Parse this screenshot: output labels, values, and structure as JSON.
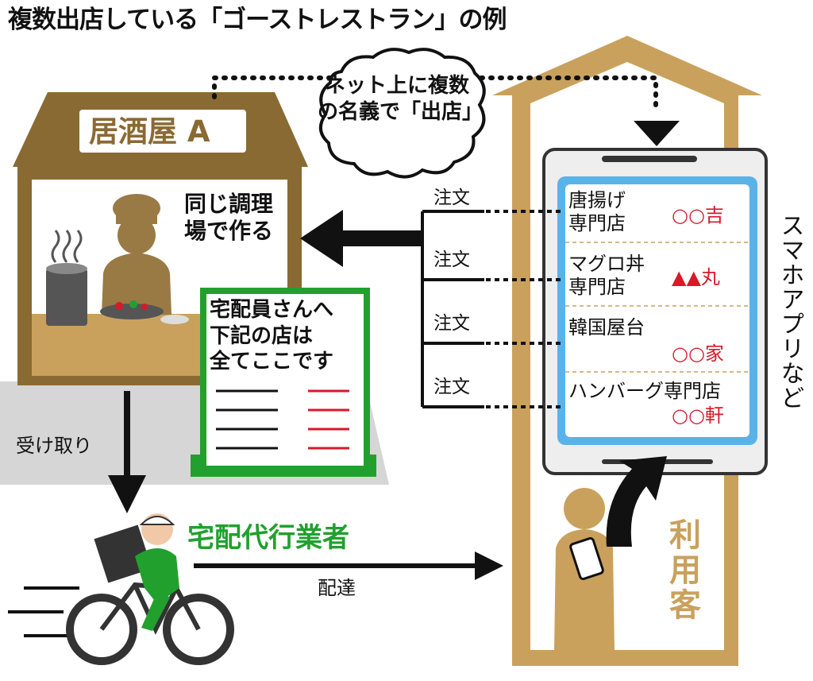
{
  "title": "複数出店している「ゴーストレストラン」の例",
  "restaurant": {
    "sign": "居酒屋 A",
    "kitchen_label": "同じ調理場で作る",
    "kitchen_icon": "chef-cooking-icon"
  },
  "cloud_label": "ネット上に複数の名義で「出店」",
  "note": {
    "lines": [
      "宅配員さんへ",
      "下記の店は",
      "全てここです"
    ]
  },
  "order_label": "注文",
  "app": {
    "label": "スマホアプリなど",
    "shops": [
      {
        "name_lines": [
          "唐揚げ",
          "専門店"
        ],
        "brand": "○○吉"
      },
      {
        "name_lines": [
          "マグロ丼",
          "専門店"
        ],
        "brand": "▲▲丸"
      },
      {
        "name_lines": [
          "韓国屋台"
        ],
        "brand": "○○家"
      },
      {
        "name_lines": [
          "ハンバーグ専門店"
        ],
        "brand": "○○軒"
      }
    ]
  },
  "customer_label": "利用客",
  "pickup_label": "受け取り",
  "courier_label": "宅配代行業者",
  "delivery_label": "配達",
  "colors": {
    "house_brown": "#8a6a33",
    "house_tan": "#c9a15d",
    "green": "#22a02e",
    "red": "#d9182a",
    "screen_blue": "#5ab3e8",
    "gray": "#d6d6d6"
  },
  "icons": [
    "restaurant-building-icon",
    "speech-cloud-icon",
    "smartphone-icon",
    "person-with-phone-icon",
    "delivery-bicycle-icon",
    "arrow-icon"
  ]
}
